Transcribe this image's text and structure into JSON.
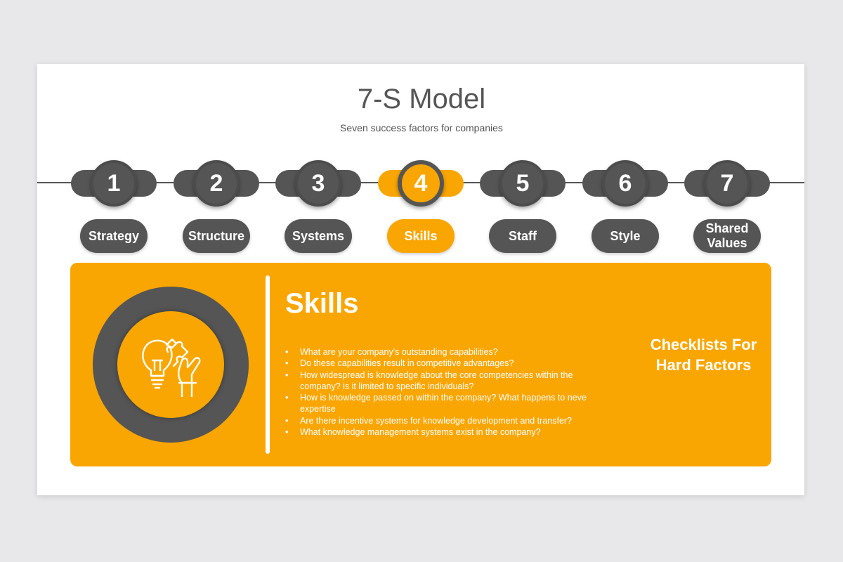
{
  "header": {
    "title": "7-S Model",
    "subtitle": "Seven success factors for companies"
  },
  "steps": [
    {
      "number": "1",
      "label": "Strategy"
    },
    {
      "number": "2",
      "label": "Structure"
    },
    {
      "number": "3",
      "label": "Systems"
    },
    {
      "number": "4",
      "label": "Skills"
    },
    {
      "number": "5",
      "label": "Staff"
    },
    {
      "number": "6",
      "label": "Style"
    },
    {
      "number": "7",
      "label": "Shared Values"
    }
  ],
  "active_step": "4",
  "detail": {
    "title": "Skills",
    "icon": "lightbulb-puzzle-hand-icon",
    "bullets": [
      "What are your company's outstanding capabilities?",
      "Do these capabilities result in competitive advantages?",
      "How widespread is knowledge about the core competencies within the company? is it limited to specific individuals?",
      "How is knowledge passed on within the company? What happens to neve expertise",
      "Are there incentive systems for knowledge development and transfer?",
      "What knowledge management systems exist in the company?"
    ],
    "side_text": "Checklists For Hard Factors"
  },
  "colors": {
    "accent": "#f9a602",
    "dark": "#555555",
    "background": "#e8e8ea",
    "slide": "#ffffff"
  }
}
